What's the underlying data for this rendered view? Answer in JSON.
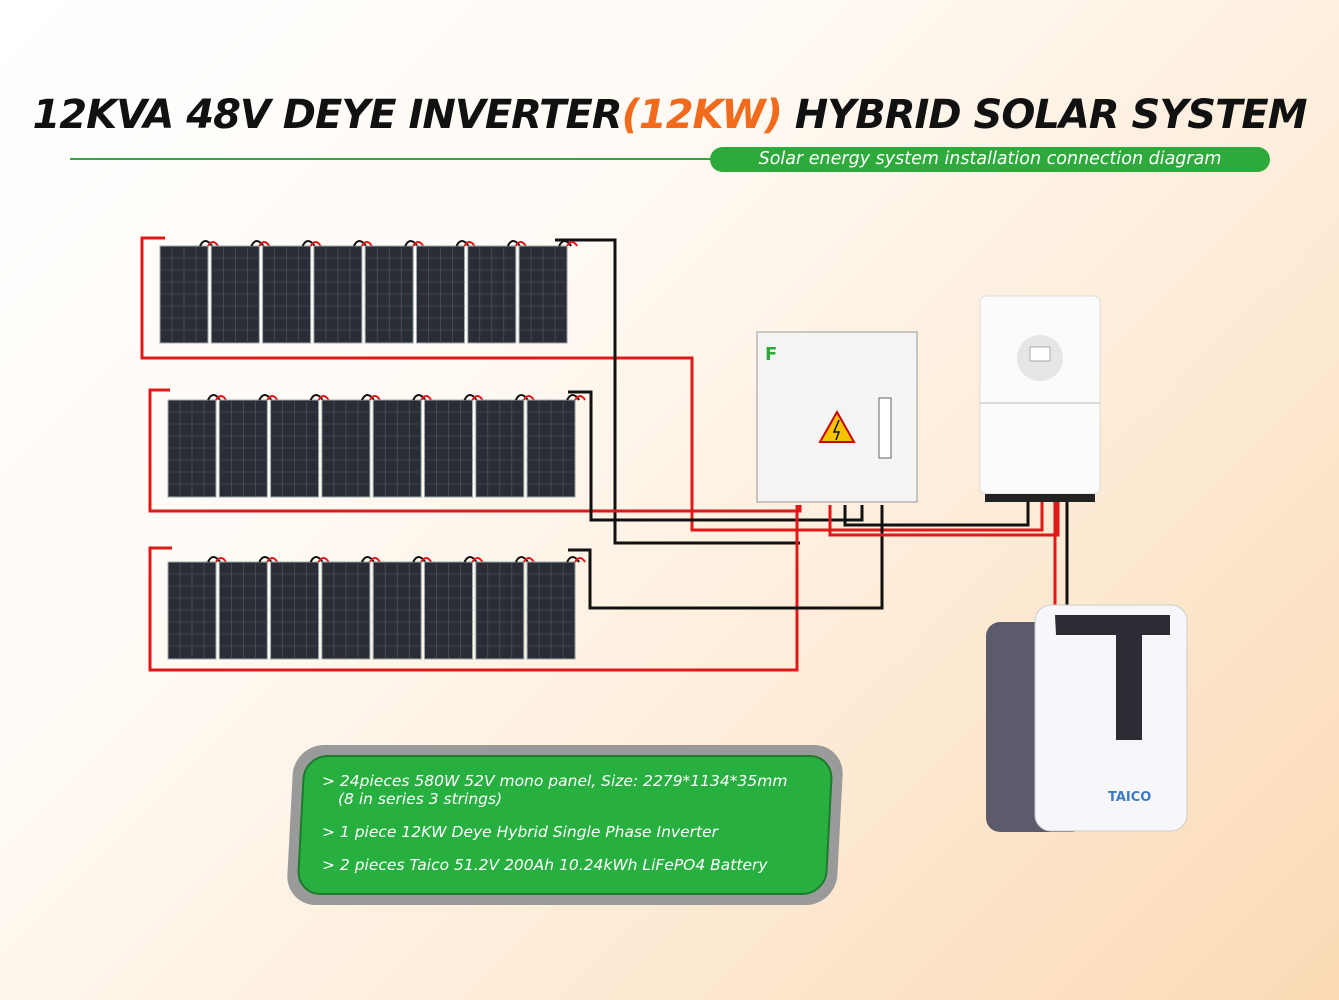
{
  "header": {
    "title_part1": "12KVA 48V DEYE INVERTER",
    "title_highlight": "(12KW)",
    "title_part2": " HYBRID SOLAR SYSTEM",
    "subtitle": "Solar energy system installation connection diagram"
  },
  "colors": {
    "accent": "#f26a1b",
    "green": "#2eaa3c",
    "wire_pos": "#e01818",
    "wire_neg": "#111111"
  },
  "diagram": {
    "panel_strings": 3,
    "panels_per_string": 8,
    "battery_brand": "TAICO"
  },
  "info": {
    "line1": "> 24pieces 580W 52V mono panel, Size: 2279*1134*35mm",
    "line1b": "(8 in series 3 strings)",
    "line2": "> 1 piece 12KW Deye Hybrid Single Phase Inverter",
    "line3": "> 2 pieces Taico 51.2V 200Ah 10.24kWh LiFePO4 Battery"
  }
}
